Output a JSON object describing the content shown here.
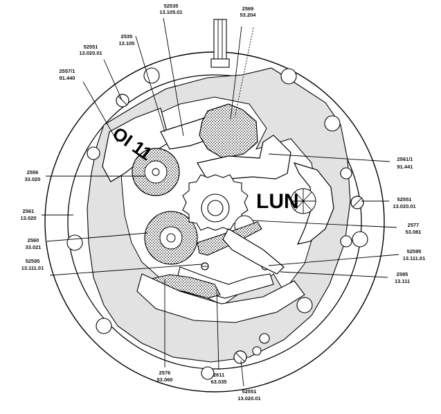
{
  "dial_text": {
    "date_digits": "OI 11",
    "day": "LUN"
  },
  "callouts": [
    {
      "id": "c-52551-top",
      "number": "52551",
      "code": "13.020.01"
    },
    {
      "id": "c-2557-1",
      "number": "2557/1",
      "code": "91.440"
    },
    {
      "id": "c-2535",
      "number": "2535",
      "code": "13.105"
    },
    {
      "id": "c-52535",
      "number": "52535",
      "code": "13.105.01"
    },
    {
      "id": "c-2569",
      "number": "2569",
      "code": "53.204"
    },
    {
      "id": "c-2561-1",
      "number": "2561/1",
      "code": "91.441"
    },
    {
      "id": "c-2556",
      "number": "2556",
      "code": "33.020"
    },
    {
      "id": "c-52551-right",
      "number": "52551",
      "code": "13.020.01"
    },
    {
      "id": "c-2561",
      "number": "2561",
      "code": "13.020"
    },
    {
      "id": "c-2560",
      "number": "2560",
      "code": "33.021"
    },
    {
      "id": "c-2577",
      "number": "2577",
      "code": "53.081"
    },
    {
      "id": "c-52595-left",
      "number": "52595",
      "code": "13.111.01"
    },
    {
      "id": "c-52595-right",
      "number": "52595",
      "code": "13.111.01"
    },
    {
      "id": "c-2595",
      "number": "2595",
      "code": "13.111"
    },
    {
      "id": "c-2576",
      "number": "2576",
      "code": "53.060"
    },
    {
      "id": "c-2611",
      "number": "2611",
      "code": "63.035"
    },
    {
      "id": "c-52551-bottom",
      "number": "52551",
      "code": "13.020.01"
    }
  ],
  "colors": {
    "ink": "#000000",
    "paper": "#ffffff",
    "shade": "#d6d6d6"
  }
}
